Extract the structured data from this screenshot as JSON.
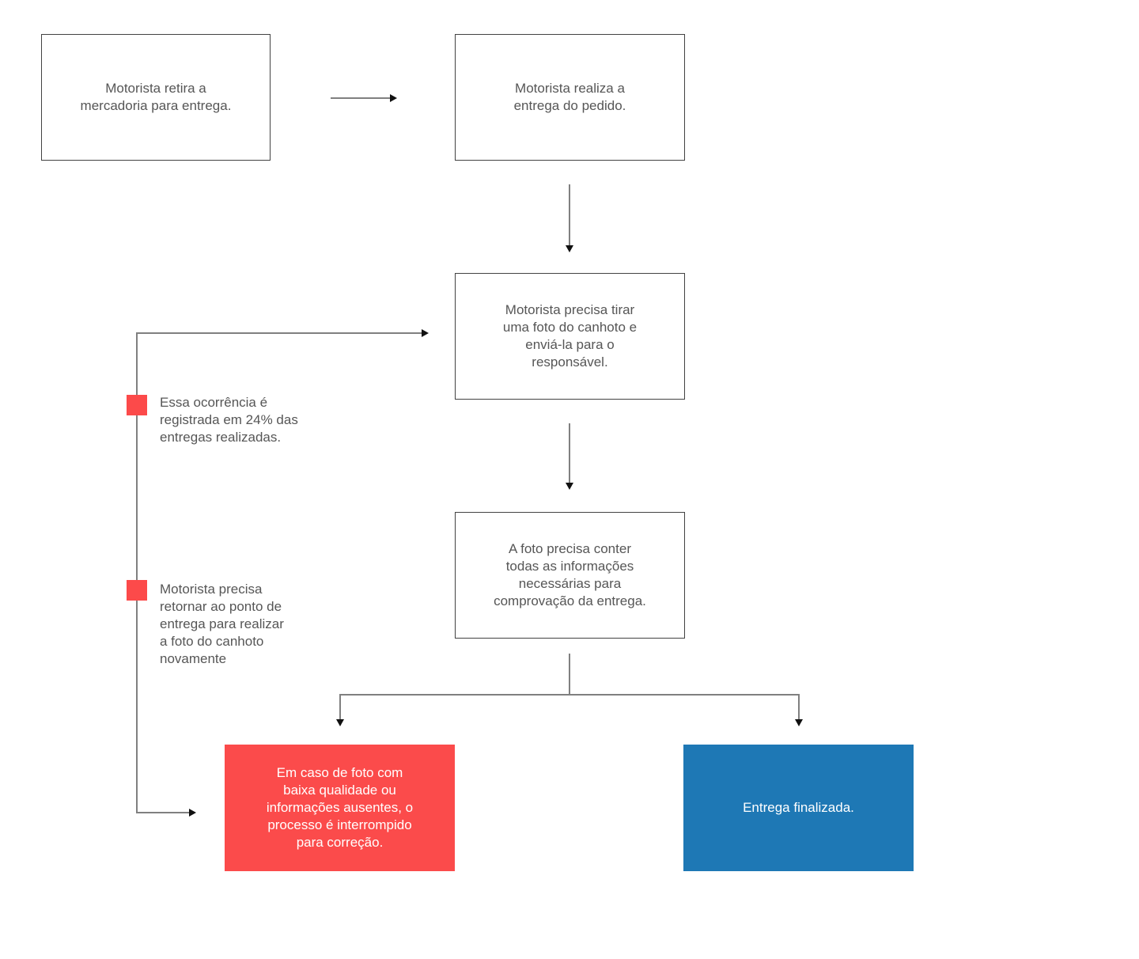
{
  "diagram": {
    "type": "flowchart",
    "language": "pt-BR",
    "colors": {
      "node_background": "#ffffff",
      "node_border": "#424242",
      "node_text": "#565656",
      "connector_line": "#808080",
      "arrowhead": "#111111",
      "alert_red": "#fb4b4b",
      "success_blue": "#1e78b5",
      "annotation_marker_red": "#fc4a4a",
      "canvas_background": "#ffffff"
    }
  },
  "nodes": {
    "pickup": {
      "label": "Motorista retira a\nmercadoria para entrega."
    },
    "deliver": {
      "label": "Motorista realiza a\nentrega do pedido."
    },
    "photo": {
      "label": "Motorista precisa tirar\numa foto do canhoto e\nenviá-la para o\nresponsável."
    },
    "requirements": {
      "label": "A foto precisa conter\ntodas as informações\nnecessárias para\ncomprovação da entrega."
    },
    "interrupted": {
      "label": "Em caso de foto com\nbaixa qualidade ou\ninformações ausentes, o\nprocesso é interrompido\npara correção."
    },
    "finished": {
      "label": "Entrega finalizada."
    }
  },
  "annotations": [
    {
      "label": "Essa ocorrência é\nregistrada em 24% das\nentregas realizadas.",
      "stat": "24%"
    },
    {
      "label": "Motorista precisa\nretornar ao ponto de\nentrega para realizar\na foto do canhoto\nnovamente"
    }
  ]
}
